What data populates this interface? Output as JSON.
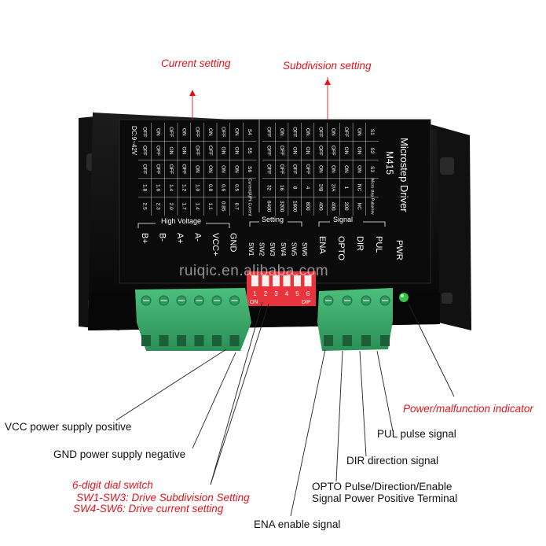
{
  "callouts": {
    "current_setting": "Current setting",
    "subdivision_setting": "Subdivision setting",
    "vcc": "VCC power supply positive",
    "gnd": "GND power supply negative",
    "dial_switch_line1": "6-digit dial switch",
    "dial_switch_line2": "SW1-SW3: Drive Subdivision Setting",
    "dial_switch_line3": "SW4-SW6: Drive current setting",
    "ena": "ENA enable signal",
    "opto_line1": "OPTO Pulse/Direction/Enable",
    "opto_line2": "Signal Power Positive Terminal",
    "dir": "DIR direction signal",
    "pul": "PUL pulse signal",
    "power": "Power/malfunction indicator"
  },
  "device": {
    "title": "Microstep Driver",
    "model": "M415",
    "voltage": "DC:9~42V",
    "high_voltage_label": "High Voltage",
    "setting_label": "Setting",
    "signal_label": "Signal",
    "pwr_label": "PWR",
    "power_terminals": [
      "B+",
      "B-",
      "A+",
      "A-",
      "VCC+",
      "GND"
    ],
    "switch_labels": [
      "SW1",
      "SW2",
      "SW3",
      "SW4",
      "SW5",
      "SW6"
    ],
    "signal_terminals": [
      "ENA",
      "OPTO",
      "DIR",
      "PUL"
    ],
    "dip_numbers": [
      "1",
      "2",
      "3",
      "4",
      "5",
      "6"
    ],
    "dip_on": "ON",
    "dip_label": "DIP",
    "watermark": "ruiqic.en.alibaba.com"
  },
  "current_table": {
    "headers": [
      "S4",
      "S5",
      "S6",
      "Current(A)",
      "Pk Current"
    ],
    "rows": [
      [
        "ON",
        "ON",
        "ON",
        "0.5",
        "0.7"
      ],
      [
        "OFF",
        "ON",
        "ON",
        "0.6",
        "0.85"
      ],
      [
        "ON",
        "OFF",
        "ON",
        "0.8",
        "1.1"
      ],
      [
        "OFF",
        "OFF",
        "ON",
        "1.0",
        "1.4"
      ],
      [
        "ON",
        "ON",
        "OFF",
        "1.2",
        "1.7"
      ],
      [
        "OFF",
        "ON",
        "OFF",
        "1.4",
        "2.0"
      ],
      [
        "ON",
        "OFF",
        "OFF",
        "1.6",
        "2.3"
      ],
      [
        "OFF",
        "OFF",
        "OFF",
        "1.8",
        "2.5"
      ]
    ]
  },
  "subdivision_table": {
    "headers": [
      "S1",
      "S2",
      "S3",
      "Micro step",
      "Pulse/rev"
    ],
    "rows": [
      [
        "ON",
        "ON",
        "ON",
        "NC",
        "NC"
      ],
      [
        "OFF",
        "ON",
        "ON",
        "1",
        "200"
      ],
      [
        "ON",
        "OFF",
        "ON",
        "2/A",
        "400"
      ],
      [
        "OFF",
        "OFF",
        "ON",
        "2/B",
        "400"
      ],
      [
        "ON",
        "ON",
        "OFF",
        "4",
        "800"
      ],
      [
        "OFF",
        "ON",
        "OFF",
        "8",
        "1600"
      ],
      [
        "ON",
        "OFF",
        "OFF",
        "16",
        "3200"
      ],
      [
        "OFF",
        "OFF",
        "OFF",
        "32",
        "6400"
      ]
    ]
  },
  "colors": {
    "callout_red": "#e0151b",
    "terminal_green": "#3aa86a",
    "dip_red": "#e8343c",
    "led_green": "#38c24a",
    "case_black": "#0d0d0d"
  }
}
